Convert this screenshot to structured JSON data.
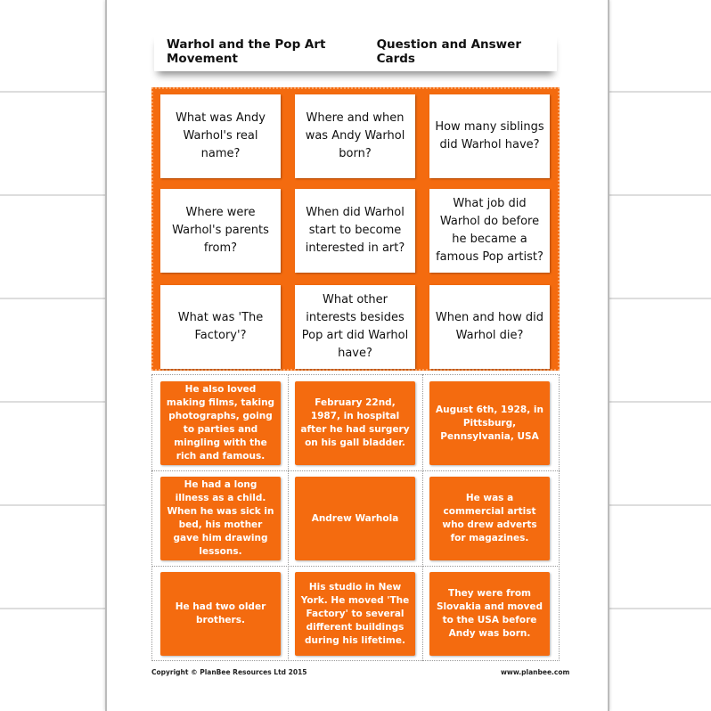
{
  "header": {
    "title": "Warhol and the Pop Art Movement",
    "subtitle": "Question and Answer Cards"
  },
  "questions": [
    "What was Andy Warhol's real name?",
    "Where and when was Andy Warhol born?",
    "How many siblings did Warhol have?",
    "Where were Warhol's parents from?",
    "When did Warhol start to become interested in art?",
    "What job did Warhol do before he became a famous Pop artist?",
    "What was 'The Factory'?",
    "What other interests besides Pop art did Warhol have?",
    "When and how did Warhol die?"
  ],
  "answers": [
    "He also loved making films, taking photographs, going to parties and mingling with the rich and famous.",
    "February 22nd, 1987, in hospital after he had surgery on his gall bladder.",
    "August 6th, 1928, in Pittsburg, Pennsylvania, USA",
    "He had a long illness as a child. When he was sick in bed, his mother gave him drawing lessons.",
    "Andrew Warhola",
    "He was a commercial artist who drew adverts for magazines.",
    "He had two older brothers.",
    "His studio in New York. He moved 'The Factory' to several different buildings during his lifetime.",
    "They were from Slovakia and moved to the USA before Andy was born."
  ],
  "footer": {
    "copyright": "Copyright © PlanBee Resources Ltd 2015",
    "website": "www.planbee.com"
  },
  "colors": {
    "accent": "#f46b0f"
  }
}
